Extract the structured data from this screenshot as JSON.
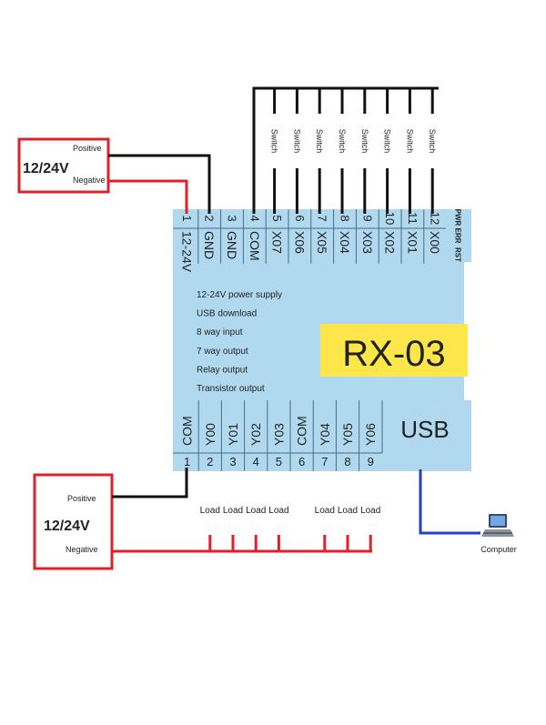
{
  "colors": {
    "module_fill": "#b0d9ef",
    "model_badge": "#fce64a",
    "positive_wire": "#111111",
    "negative_wire": "#e0202a",
    "usb_wire": "#2a3fc0",
    "supply_box_border": "#e0202a"
  },
  "top_supply": {
    "positive": "Positive",
    "voltage": "12/24V",
    "negative": "Negative"
  },
  "bottom_supply": {
    "positive": "Positive",
    "voltage": "12/24V",
    "negative": "Negative"
  },
  "switches": [
    "Switch",
    "Switch",
    "Switch",
    "Switch",
    "Switch",
    "Switch",
    "Switch",
    "Switch"
  ],
  "top_pins": {
    "numbers": [
      "1",
      "2",
      "3",
      "4",
      "5",
      "6",
      "7",
      "8",
      "9",
      "10",
      "11",
      "12"
    ],
    "labels": [
      "12-24V",
      "GND",
      "GND",
      "COM",
      "X07",
      "X06",
      "X05",
      "X04",
      "X03",
      "X02",
      "X01",
      "X00"
    ]
  },
  "status_leds": [
    "PWR",
    "ERR",
    "RST"
  ],
  "features": [
    "12-24V power supply",
    "USB download",
    "8 way input",
    "7 way output",
    "Relay output",
    "Transistor output"
  ],
  "model": "RX-03",
  "bottom_pins": {
    "labels": [
      "COM",
      "Y00",
      "Y01",
      "Y02",
      "Y03",
      "COM",
      "Y04",
      "Y05",
      "Y06"
    ],
    "numbers": [
      "1",
      "2",
      "3",
      "4",
      "5",
      "6",
      "7",
      "8",
      "9"
    ]
  },
  "usb_label": "USB",
  "loads": [
    "Load",
    "Load",
    "Load",
    "Load",
    "Load",
    "Load",
    "Load"
  ],
  "computer_label": "Computer"
}
